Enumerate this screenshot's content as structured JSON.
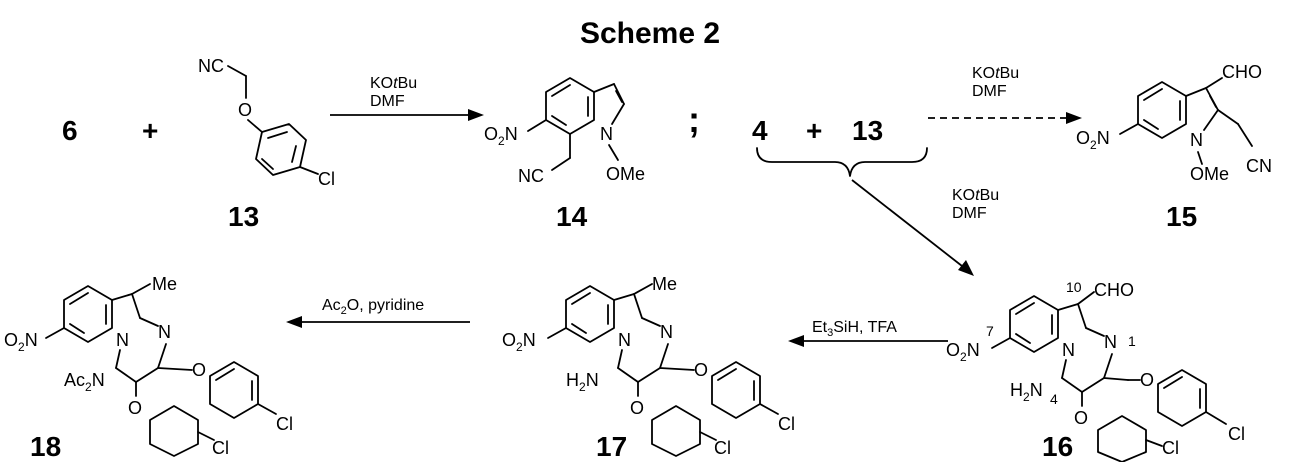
{
  "title": "Scheme 2",
  "compounds": {
    "c6": "6",
    "c13": "13",
    "c14": "14",
    "c4": "4",
    "c15": "15",
    "c16": "16",
    "c17": "17",
    "c18": "18"
  },
  "operators": {
    "plus": "+",
    "semicolon": ";"
  },
  "reagents": {
    "r1_line1_a": "KO",
    "r1_line1_b": "t",
    "r1_line1_c": "Bu",
    "r1_line2": "DMF",
    "r2_line1_a": "KO",
    "r2_line1_b": "t",
    "r2_line1_c": "Bu",
    "r2_line2": "DMF",
    "r3_line1_a": "KO",
    "r3_line1_b": "t",
    "r3_line1_c": "Bu",
    "r3_line2": "DMF",
    "r4_a": "Et",
    "r4_b": "3",
    "r4_c": "SiH, TFA",
    "r5_a": "Ac",
    "r5_b": "2",
    "r5_c": "O, pyridine"
  },
  "atom_labels": {
    "NC": "NC",
    "O": "O",
    "Cl": "Cl",
    "N": "N",
    "O2": "2",
    "OMe": "OMe",
    "CHO": "CHO",
    "CN": "CN",
    "Me": "Me",
    "H2N_H": "H",
    "H2N_2": "2",
    "Ac2N_Ac": "Ac",
    "Ac2N_2": "2",
    "num10": "10",
    "num7": "7",
    "num1": "1",
    "num4": "4"
  }
}
